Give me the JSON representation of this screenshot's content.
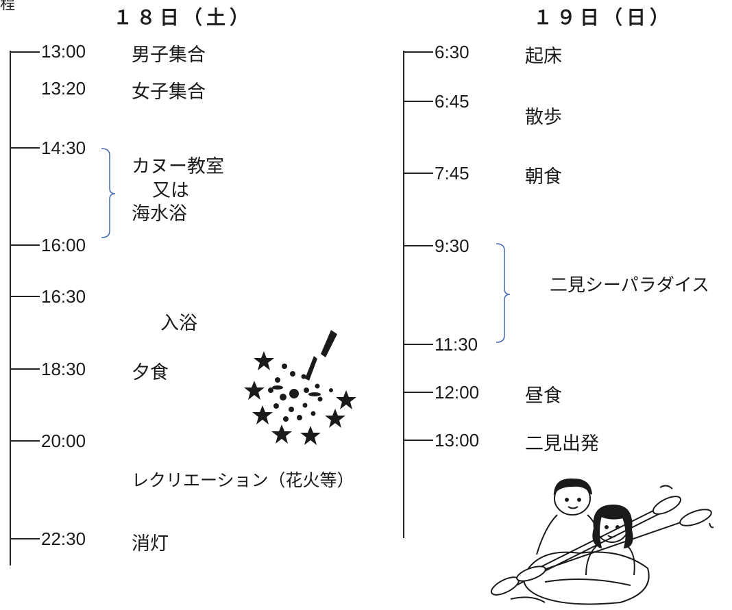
{
  "corner_mark": "程",
  "day1": {
    "title": "１８日（土）",
    "times": [
      "13:00",
      "13:20",
      "14:30",
      "16:00",
      "16:30",
      "18:30",
      "20:00",
      "22:30"
    ],
    "events": {
      "e1300": "男子集合",
      "e1320": "女子集合",
      "activity_line1": "カヌー教室",
      "activity_line2": "又は",
      "activity_line3": "海水浴",
      "bath": "入浴",
      "dinner": "夕食",
      "recreation": "レクリエーション（花火等）",
      "lights_out": "消灯"
    }
  },
  "day2": {
    "title": "１９日（日）",
    "times": [
      "6:30",
      "6:45",
      "7:45",
      "9:30",
      "11:30",
      "12:00",
      "13:00"
    ],
    "events": {
      "wake": "起床",
      "walk": "散歩",
      "breakfast": "朝食",
      "paradise": "二見シーパラダイス",
      "lunch": "昼食",
      "depart": "二見出発"
    }
  },
  "colors": {
    "bracket": "#4a6fb5",
    "line": "#222222"
  },
  "icons": [
    "fireworks-illustration",
    "canoe-illustration"
  ]
}
